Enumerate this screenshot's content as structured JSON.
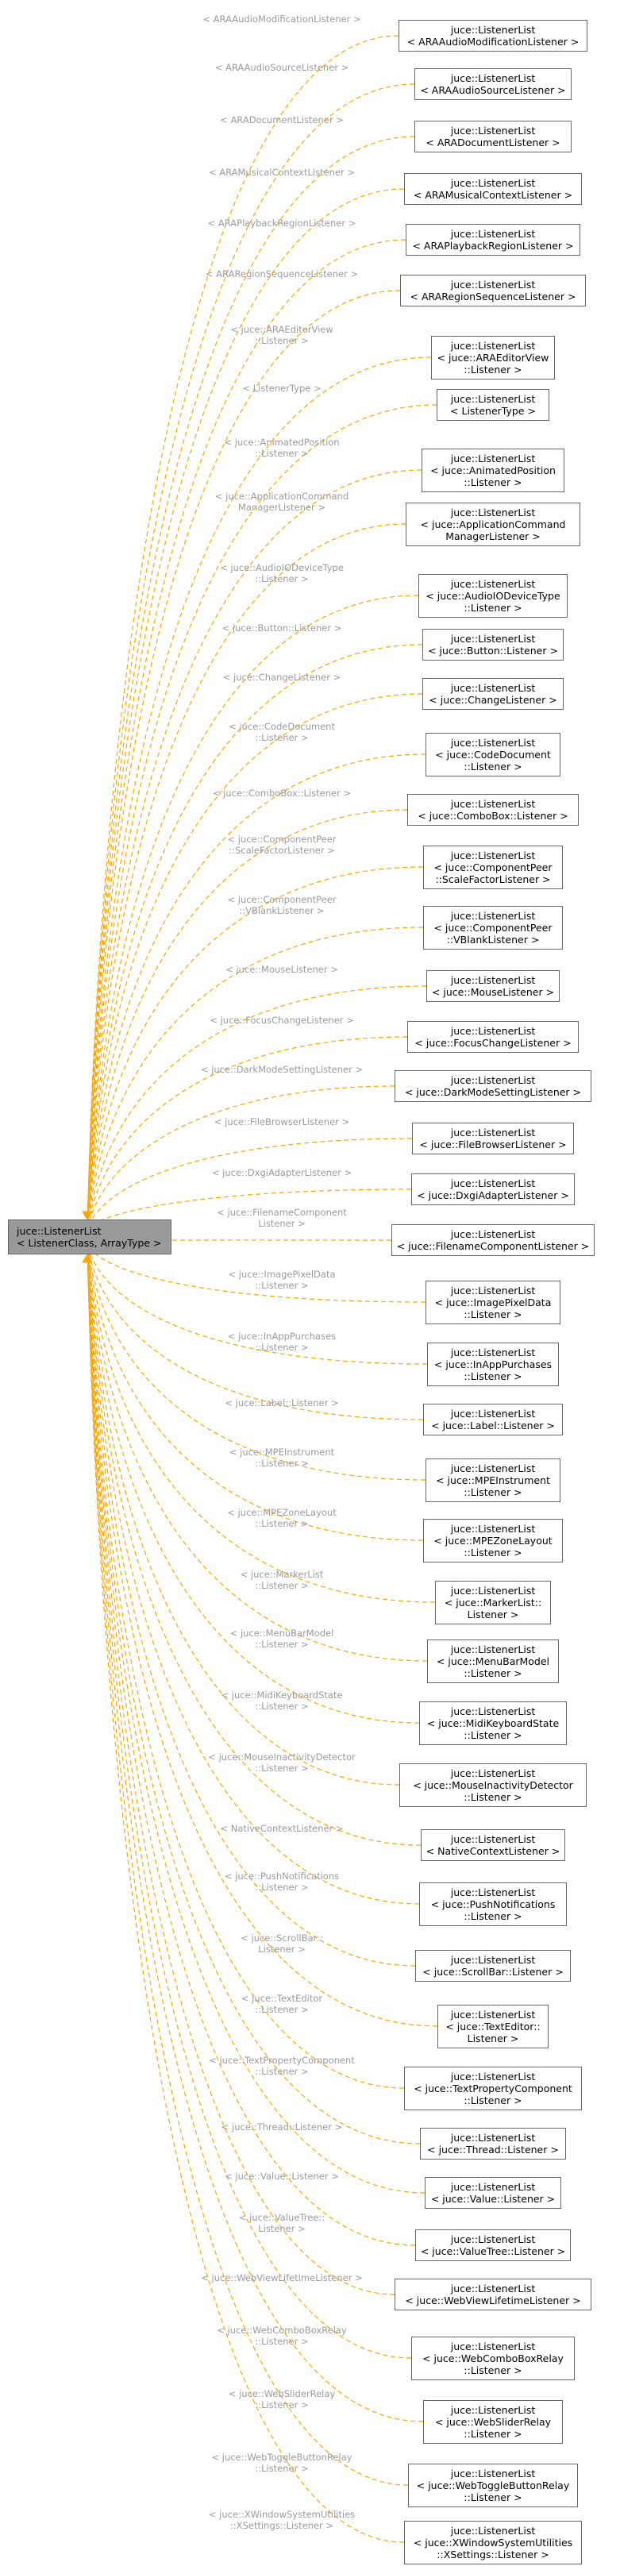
{
  "base": {
    "lines": [
      "juce::ListenerList",
      "< ListenerClass, ArrayType >"
    ]
  },
  "colors": {
    "edge": "#ffa500",
    "label": "#9a9a9a",
    "base_fill": "#999999",
    "border": "#666666"
  },
  "nodes": [
    {
      "lines": [
        "juce::ListenerList",
        "< ARAAudioModificationListener >"
      ],
      "label": [
        "< ARAAudioModificationListener >"
      ]
    },
    {
      "lines": [
        "juce::ListenerList",
        "< ARAAudioSourceListener >"
      ],
      "label": [
        "< ARAAudioSourceListener >"
      ]
    },
    {
      "lines": [
        "juce::ListenerList",
        "< ARADocumentListener >"
      ],
      "label": [
        "< ARADocumentListener >"
      ]
    },
    {
      "lines": [
        "juce::ListenerList",
        "< ARAMusicalContextListener >"
      ],
      "label": [
        "< ARAMusicalContextListener >"
      ]
    },
    {
      "lines": [
        "juce::ListenerList",
        "< ARAPlaybackRegionListener >"
      ],
      "label": [
        "< ARAPlaybackRegionListener >"
      ]
    },
    {
      "lines": [
        "juce::ListenerList",
        "< ARARegionSequenceListener >"
      ],
      "label": [
        "< ARARegionSequenceListener >"
      ]
    },
    {
      "lines": [
        "juce::ListenerList",
        "< juce::ARAEditorView",
        "::Listener >"
      ],
      "label": [
        "< juce::ARAEditorView",
        "::Listener >"
      ]
    },
    {
      "lines": [
        "juce::ListenerList",
        "< ListenerType >"
      ],
      "label": [
        "< ListenerType >"
      ]
    },
    {
      "lines": [
        "juce::ListenerList",
        "< juce::AnimatedPosition",
        "::Listener >"
      ],
      "label": [
        "< juce::AnimatedPosition",
        "::Listener >"
      ]
    },
    {
      "lines": [
        "juce::ListenerList",
        "< juce::ApplicationCommand",
        "ManagerListener >"
      ],
      "label": [
        "< juce::ApplicationCommand",
        "ManagerListener >"
      ]
    },
    {
      "lines": [
        "juce::ListenerList",
        "< juce::AudioIODeviceType",
        "::Listener >"
      ],
      "label": [
        "< juce::AudioIODeviceType",
        "::Listener >"
      ]
    },
    {
      "lines": [
        "juce::ListenerList",
        "< juce::Button::Listener >"
      ],
      "label": [
        "< juce::Button::Listener >"
      ]
    },
    {
      "lines": [
        "juce::ListenerList",
        "< juce::ChangeListener >"
      ],
      "label": [
        "< juce::ChangeListener >"
      ]
    },
    {
      "lines": [
        "juce::ListenerList",
        "< juce::CodeDocument",
        "::Listener >"
      ],
      "label": [
        "< juce::CodeDocument",
        "::Listener >"
      ]
    },
    {
      "lines": [
        "juce::ListenerList",
        "< juce::ComboBox::Listener >"
      ],
      "label": [
        "< juce::ComboBox::Listener >"
      ]
    },
    {
      "lines": [
        "juce::ListenerList",
        "< juce::ComponentPeer",
        "::ScaleFactorListener >"
      ],
      "label": [
        "< juce::ComponentPeer",
        "::ScaleFactorListener >"
      ]
    },
    {
      "lines": [
        "juce::ListenerList",
        "< juce::ComponentPeer",
        "::VBlankListener >"
      ],
      "label": [
        "< juce::ComponentPeer",
        "::VBlankListener >"
      ]
    },
    {
      "lines": [
        "juce::ListenerList",
        "< juce::MouseListener >"
      ],
      "label": [
        "< juce::MouseListener >"
      ]
    },
    {
      "lines": [
        "juce::ListenerList",
        "< juce::FocusChangeListener >"
      ],
      "label": [
        "< juce::FocusChangeListener >"
      ]
    },
    {
      "lines": [
        "juce::ListenerList",
        "< juce::DarkModeSettingListener >"
      ],
      "label": [
        "< juce::DarkModeSettingListener >"
      ]
    },
    {
      "lines": [
        "juce::ListenerList",
        "< juce::FileBrowserListener >"
      ],
      "label": [
        "< juce::FileBrowserListener >"
      ]
    },
    {
      "lines": [
        "juce::ListenerList",
        "< juce::DxgiAdapterListener >"
      ],
      "label": [
        "< juce::DxgiAdapterListener >"
      ]
    },
    {
      "lines": [
        "juce::ListenerList",
        "< juce::FilenameComponentListener >"
      ],
      "label": [
        "< juce::FilenameComponent",
        "Listener >"
      ]
    },
    {
      "lines": [
        "juce::ListenerList",
        "< juce::ImagePixelData",
        "::Listener >"
      ],
      "label": [
        "< juce::ImagePixelData",
        "::Listener >"
      ]
    },
    {
      "lines": [
        "juce::ListenerList",
        "< juce::InAppPurchases",
        "::Listener >"
      ],
      "label": [
        "< juce::InAppPurchases",
        "::Listener >"
      ]
    },
    {
      "lines": [
        "juce::ListenerList",
        "< juce::Label::Listener >"
      ],
      "label": [
        "< juce::Label::Listener >"
      ]
    },
    {
      "lines": [
        "juce::ListenerList",
        "< juce::MPEInstrument",
        "::Listener >"
      ],
      "label": [
        "< juce::MPEInstrument",
        "::Listener >"
      ]
    },
    {
      "lines": [
        "juce::ListenerList",
        "< juce::MPEZoneLayout",
        "::Listener >"
      ],
      "label": [
        "< juce::MPEZoneLayout",
        "::Listener >"
      ]
    },
    {
      "lines": [
        "juce::ListenerList",
        "< juce::MarkerList::",
        "Listener >"
      ],
      "label": [
        "< juce::MarkerList",
        "::Listener >"
      ]
    },
    {
      "lines": [
        "juce::ListenerList",
        "< juce::MenuBarModel",
        "::Listener >"
      ],
      "label": [
        "< juce::MenuBarModel",
        "::Listener >"
      ]
    },
    {
      "lines": [
        "juce::ListenerList",
        "< juce::MidiKeyboardState",
        "::Listener >"
      ],
      "label": [
        "< juce::MidiKeyboardState",
        "::Listener >"
      ]
    },
    {
      "lines": [
        "juce::ListenerList",
        "< juce::MouseInactivityDetector",
        "::Listener >"
      ],
      "label": [
        "< juce::MouseInactivityDetector",
        "::Listener >"
      ]
    },
    {
      "lines": [
        "juce::ListenerList",
        "< NativeContextListener >"
      ],
      "label": [
        "< NativeContextListener >"
      ]
    },
    {
      "lines": [
        "juce::ListenerList",
        "< juce::PushNotifications",
        "::Listener >"
      ],
      "label": [
        "< juce::PushNotifications",
        "::Listener >"
      ]
    },
    {
      "lines": [
        "juce::ListenerList",
        "< juce::ScrollBar::Listener >"
      ],
      "label": [
        "< juce::ScrollBar::",
        "Listener >"
      ]
    },
    {
      "lines": [
        "juce::ListenerList",
        "< juce::TextEditor::",
        "Listener >"
      ],
      "label": [
        "< juce::TextEditor",
        "::Listener >"
      ]
    },
    {
      "lines": [
        "juce::ListenerList",
        "< juce::TextPropertyComponent",
        "::Listener >"
      ],
      "label": [
        "< juce::TextPropertyComponent",
        "::Listener >"
      ]
    },
    {
      "lines": [
        "juce::ListenerList",
        "< juce::Thread::Listener >"
      ],
      "label": [
        "< juce::Thread::Listener >"
      ]
    },
    {
      "lines": [
        "juce::ListenerList",
        "< juce::Value::Listener >"
      ],
      "label": [
        "< juce::Value::Listener >"
      ]
    },
    {
      "lines": [
        "juce::ListenerList",
        "< juce::ValueTree::Listener >"
      ],
      "label": [
        "< juce::ValueTree::",
        "Listener >"
      ]
    },
    {
      "lines": [
        "juce::ListenerList",
        "< juce::WebViewLifetimeListener >"
      ],
      "label": [
        "< juce::WebViewLifetimeListener >"
      ]
    },
    {
      "lines": [
        "juce::ListenerList",
        "< juce::WebComboBoxRelay",
        "::Listener >"
      ],
      "label": [
        "< juce::WebComboBoxRelay",
        "::Listener >"
      ]
    },
    {
      "lines": [
        "juce::ListenerList",
        "< juce::WebSliderRelay",
        "::Listener >"
      ],
      "label": [
        "< juce::WebSliderRelay",
        "::Listener >"
      ]
    },
    {
      "lines": [
        "juce::ListenerList",
        "< juce::WebToggleButtonRelay",
        "::Listener >"
      ],
      "label": [
        "< juce::WebToggleButtonRelay",
        "::Listener >"
      ]
    },
    {
      "lines": [
        "juce::ListenerList",
        "< juce::XWindowSystemUtilities",
        "::XSettings::Listener >"
      ],
      "label": [
        "< juce::XWindowSystemUtilities",
        "::XSettings::Listener >"
      ]
    }
  ]
}
